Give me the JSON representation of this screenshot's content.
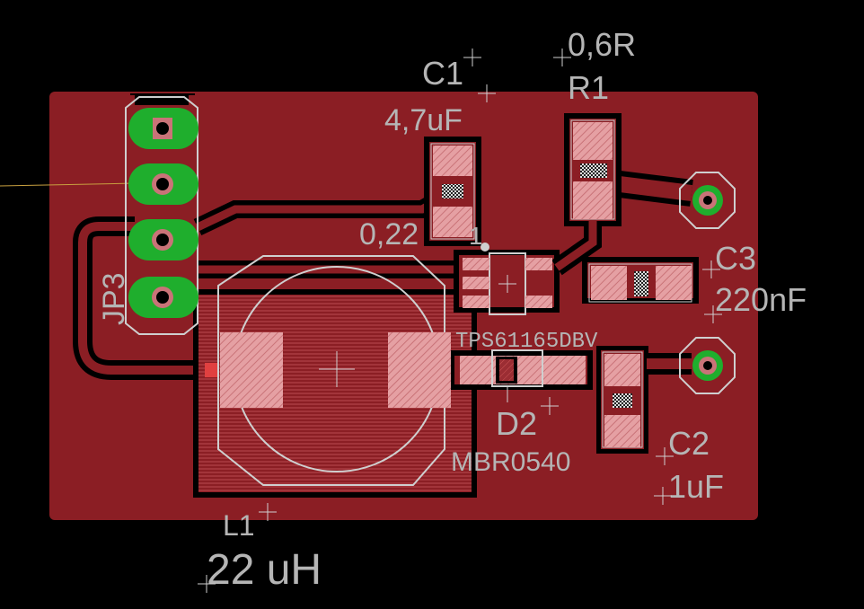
{
  "board": {
    "colors": {
      "background": "#000000",
      "copper": "#8b1e24",
      "pad": "#e5a0a3",
      "silkscreen": "#b5b5b5",
      "via_ring": "#1fae2d",
      "outline": "#cfcfcf"
    },
    "labels": {
      "c1_name": "C1",
      "c1_value": "4,7uF",
      "r1_value": "0,6R",
      "r1_name": "R1",
      "c_hidden_value": "0,22",
      "c_hidden_suffix": "1",
      "c3_name": "C3",
      "c3_value": "220nF",
      "jp3_name": "JP3",
      "ic_name": "TPS61165DBV",
      "d2_name": "D2",
      "d2_value": "MBR0540",
      "c2_name": "C2",
      "c2_value": "1uF",
      "l1_name": "L1",
      "l1_value": "22 uH"
    }
  }
}
